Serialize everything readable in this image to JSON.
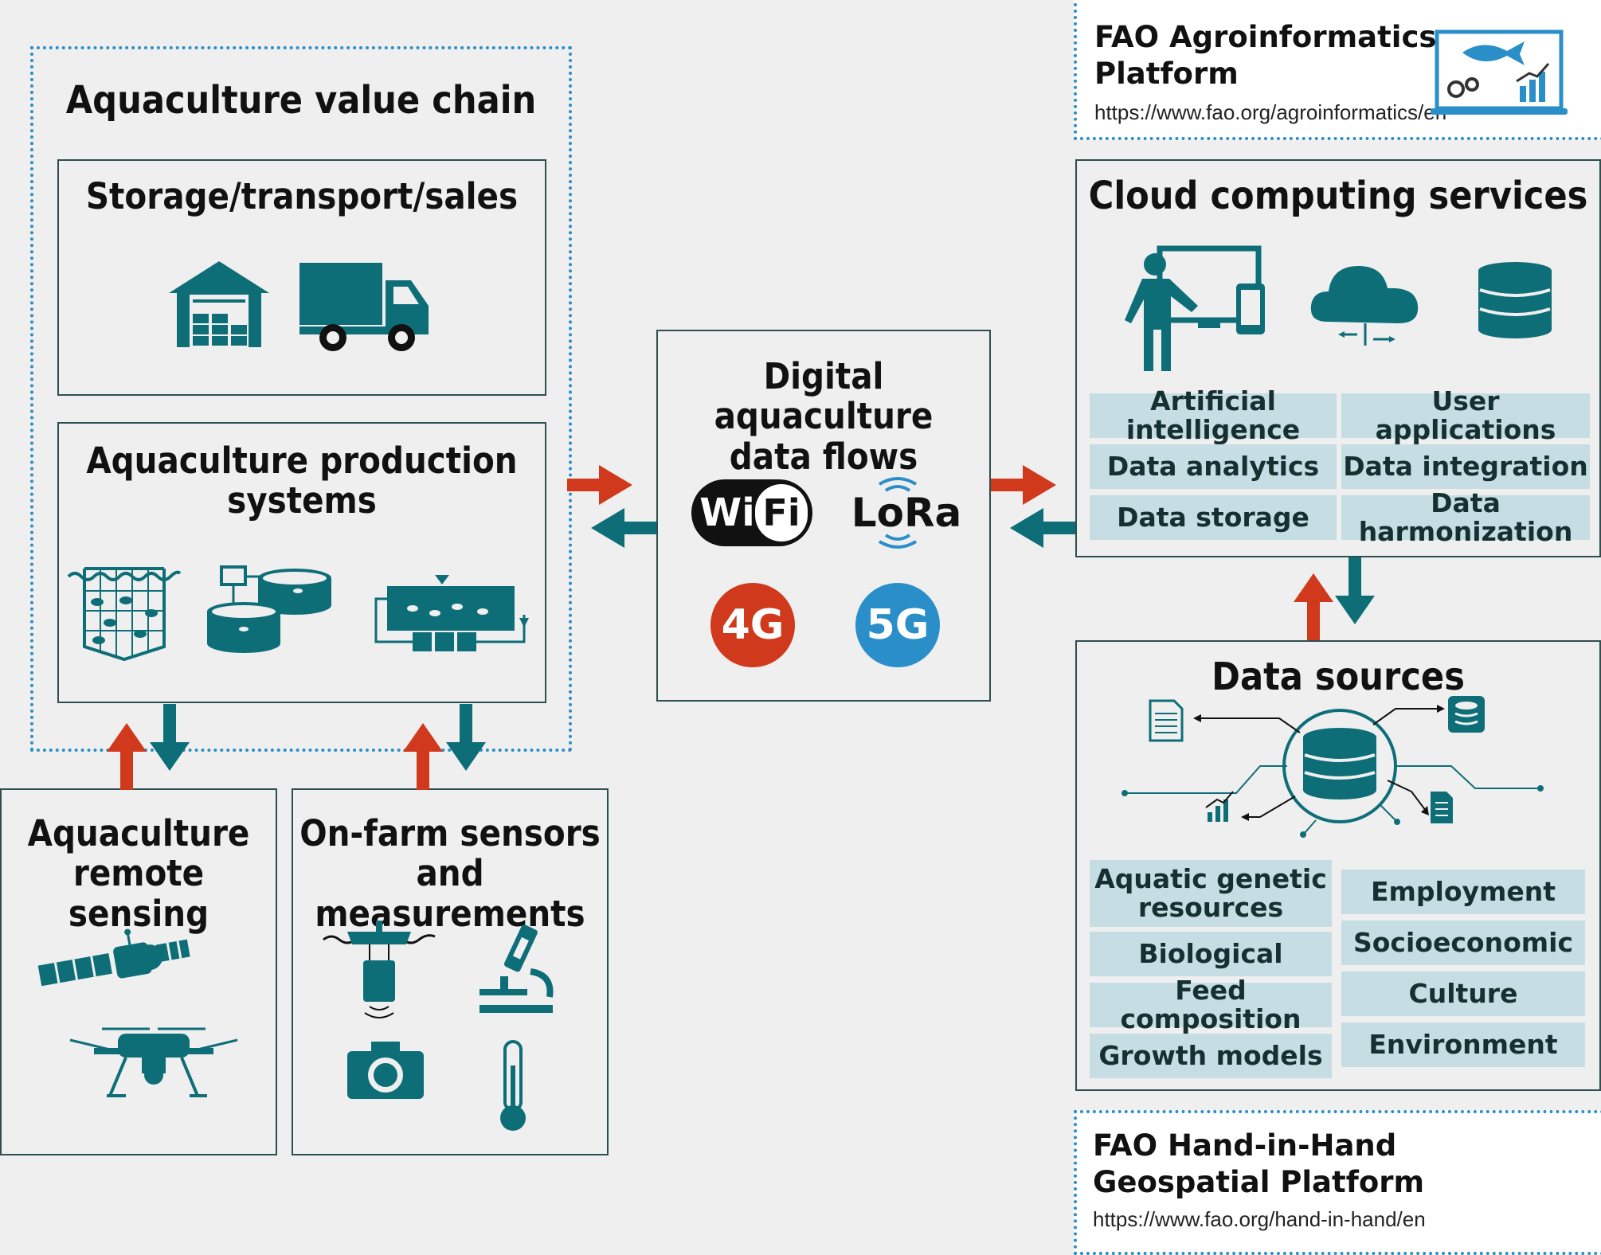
{
  "colors": {
    "teal": "#0e6e78",
    "red": "#d0391c",
    "chip": "#c5dde3",
    "blue": "#2a8fc9"
  },
  "value_chain": {
    "title": "Aquaculture value chain",
    "storage": {
      "title": "Storage/transport/sales",
      "icons": [
        "warehouse-icon",
        "truck-icon"
      ]
    },
    "production": {
      "title_lines": [
        "Aquaculture production",
        "systems"
      ],
      "icons": [
        "net-cage-icon",
        "tanks-icon",
        "recirculating-system-icon"
      ]
    }
  },
  "remote_sensing": {
    "title_lines": [
      "Aquaculture",
      "remote sensing"
    ],
    "icons": [
      "satellite-icon",
      "drone-icon"
    ]
  },
  "sensors": {
    "title_lines": [
      "On-farm sensors",
      "and measurements"
    ],
    "icons": [
      "buoy-sensor-icon",
      "microscope-icon",
      "camera-icon",
      "thermometer-icon"
    ]
  },
  "data_flows": {
    "title_lines": [
      "Digital aquaculture",
      "data flows"
    ],
    "wifi": {
      "left": "Wi",
      "right": "Fi"
    },
    "lora": "LoRa",
    "badge_4g": "4G",
    "badge_5g": "5G"
  },
  "agroinformatics": {
    "title_lines": [
      "FAO Agroinformatics",
      "Platform"
    ],
    "url": "https://www.fao.org/agroinformatics/en",
    "icon": "laptop-fish-icon"
  },
  "cloud": {
    "title": "Cloud computing services",
    "icons": [
      "user-screen-icon",
      "cloud-icon",
      "database-icon"
    ],
    "left_items": [
      "Artificial intelligence",
      "Data analytics",
      "Data storage"
    ],
    "right_items": [
      "User applications",
      "Data integration",
      "Data harmonization"
    ]
  },
  "data_sources": {
    "title": "Data sources",
    "icons": [
      "database-hub-icon"
    ],
    "left_items": [
      [
        "Aquatic genetic",
        "resources"
      ],
      [
        "Biological"
      ],
      [
        "Feed composition"
      ],
      [
        "Growth models"
      ]
    ],
    "right_items": [
      "Employment",
      "Socioeconomic",
      "Culture",
      "Environment"
    ]
  },
  "hand_in_hand": {
    "title_lines": [
      "FAO Hand-in-Hand",
      "Geospatial Platform"
    ],
    "url": "https://www.fao.org/hand-in-hand/en"
  }
}
